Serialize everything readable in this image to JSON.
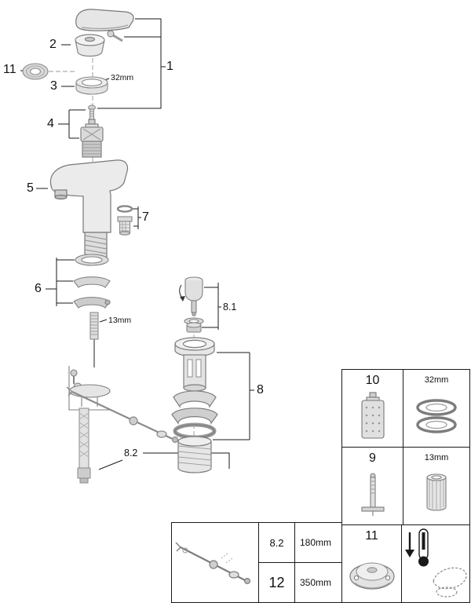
{
  "diagram": {
    "part_labels": {
      "p1": "1",
      "p2": "2",
      "p3": "3",
      "p4": "4",
      "p5": "5",
      "p6": "6",
      "p7": "7",
      "p8": "8",
      "p8_1": "8.1",
      "p8_2": "8.2",
      "p11": "11"
    },
    "dimensions": {
      "cap_ring": "32mm",
      "stud": "13mm"
    }
  },
  "side_table": {
    "rows": [
      {
        "num": "10",
        "detail": "32mm"
      },
      {
        "num": "9",
        "detail": "13mm"
      },
      {
        "num": "11",
        "detail": ""
      }
    ]
  },
  "bottom_table": {
    "rows": [
      {
        "num": "8.2",
        "length": "180mm"
      },
      {
        "num": "12",
        "length": "350mm"
      }
    ]
  },
  "icons": {
    "exploded_drawing": "exploded-faucet-drawing",
    "cartridge": "cartridge-icon",
    "seal_rings": "seal-rings-icon",
    "mounting_tool": "mounting-tool-icon",
    "socket": "socket-13mm-icon",
    "escutcheon": "escutcheon-icon",
    "thermometer_handle": "thermometer-warning-icon",
    "lift_rod": "lift-rod-assembly-icon"
  }
}
